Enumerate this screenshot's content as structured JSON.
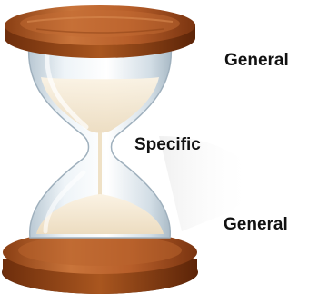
{
  "labels": {
    "top": "General",
    "middle": "Specific",
    "bottom": "General"
  },
  "colors": {
    "wood_light": "#c9743a",
    "wood_dark": "#8a3f14",
    "sand": "#f3e6cf",
    "glass": "#dfe8ee",
    "text": "#111111"
  }
}
